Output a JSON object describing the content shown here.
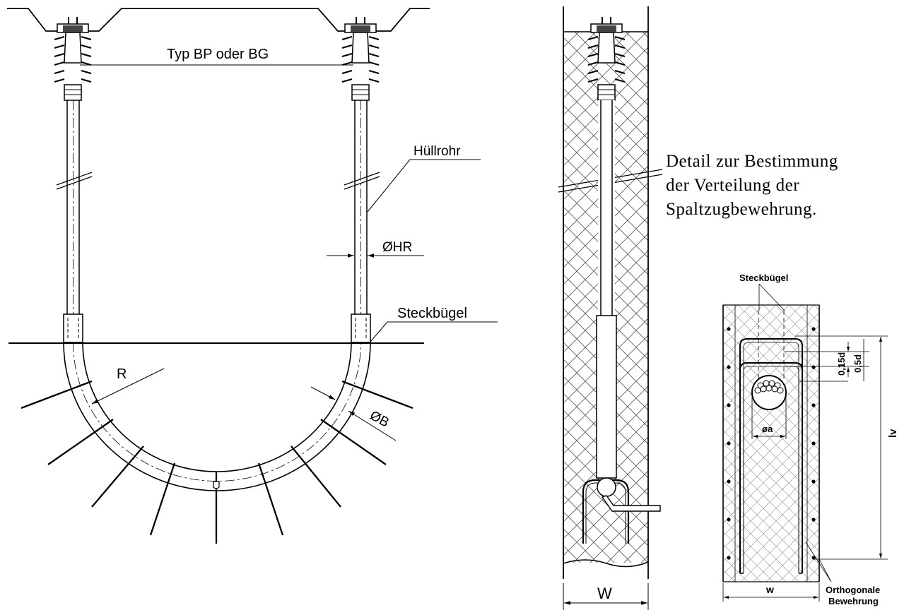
{
  "left_view": {
    "typ_label": "Typ BP oder BG",
    "huellrohr_label": "Hüllrohr",
    "dhr_label": "ØHR",
    "steckbuegel_label": "Steckbügel",
    "r_label": "R",
    "db_label": "ØB"
  },
  "section_view": {
    "w_label": "W"
  },
  "note": {
    "line1": "Detail zur Bestimmung",
    "line2": "der Verteilung der",
    "line3": "Spaltzugbewehrung."
  },
  "detail": {
    "steckbuegel_label": "Steckbügel",
    "dim_015d": "0,15d",
    "dim_05d": "0,5d",
    "phi_a_label": "øa",
    "lv_label": "lv",
    "w_label": "w",
    "ortho_line1": "Orthogonale",
    "ortho_line2": "Bewehrung"
  }
}
